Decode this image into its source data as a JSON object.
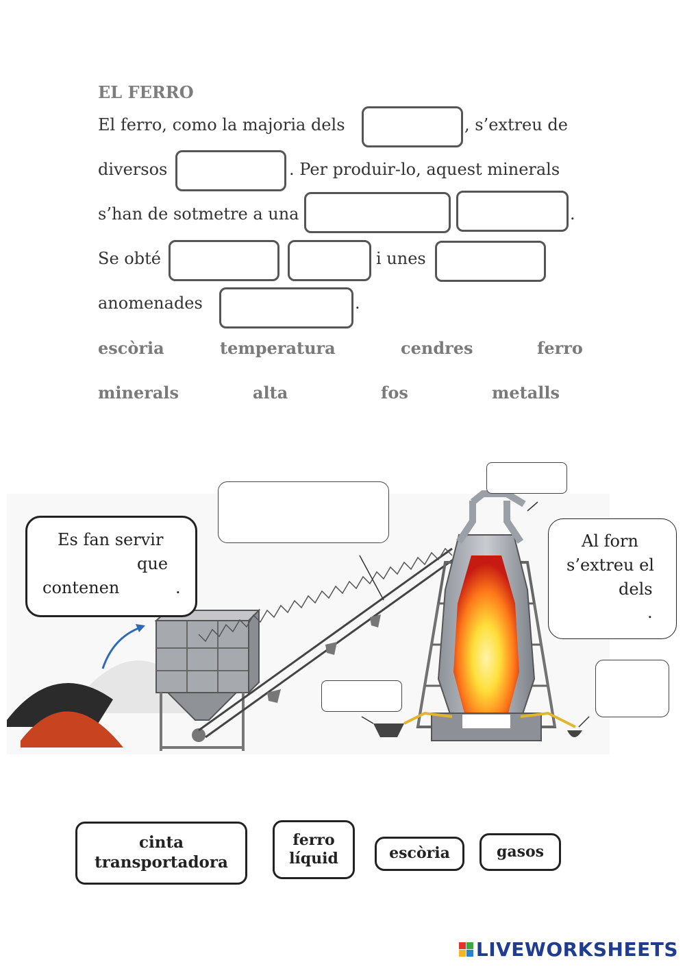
{
  "worksheet": {
    "title": "EL FERRO",
    "line1_a": "El ferro, como la majoria dels",
    "line1_b": ", s’extreu de",
    "line2_a": "diversos",
    "line2_b": ". Per produir-lo, aquest minerals",
    "line3_a": "s’han de sotmetre a una",
    "line3_b": ".",
    "line4_a": "Se obté",
    "line4_b": "i unes",
    "line5_a": "anomenades",
    "line5_b": "."
  },
  "word_bank": {
    "row1": [
      "escòria",
      "temperatura",
      "cendres",
      "ferro"
    ],
    "row2": [
      "minerals",
      "alta",
      "fos",
      "metalls"
    ]
  },
  "diagram": {
    "left_callout": {
      "line1": "Es fan servir",
      "line2": "que",
      "line3": "contenen",
      "line3_end": "."
    },
    "right_callout": {
      "line1": "Al forn",
      "line2": "s’extreu el",
      "line3": "dels",
      "line4": "."
    }
  },
  "label_cards": [
    {
      "line1": "cinta",
      "line2": "transportadora"
    },
    {
      "line1": "ferro",
      "line2": "líquid"
    },
    {
      "line1": "escòria"
    },
    {
      "line1": "gasos"
    }
  ],
  "branding": {
    "logo_text": "LIVEWORKSHEETS",
    "logo_color": "#1f3c8f"
  },
  "colors": {
    "furnace_hot": "#ffde3a",
    "furnace_mid": "#ff7a1a",
    "furnace_outer": "#c61a12",
    "ore_red": "#c8431f",
    "ore_black": "#2b2b2b"
  }
}
